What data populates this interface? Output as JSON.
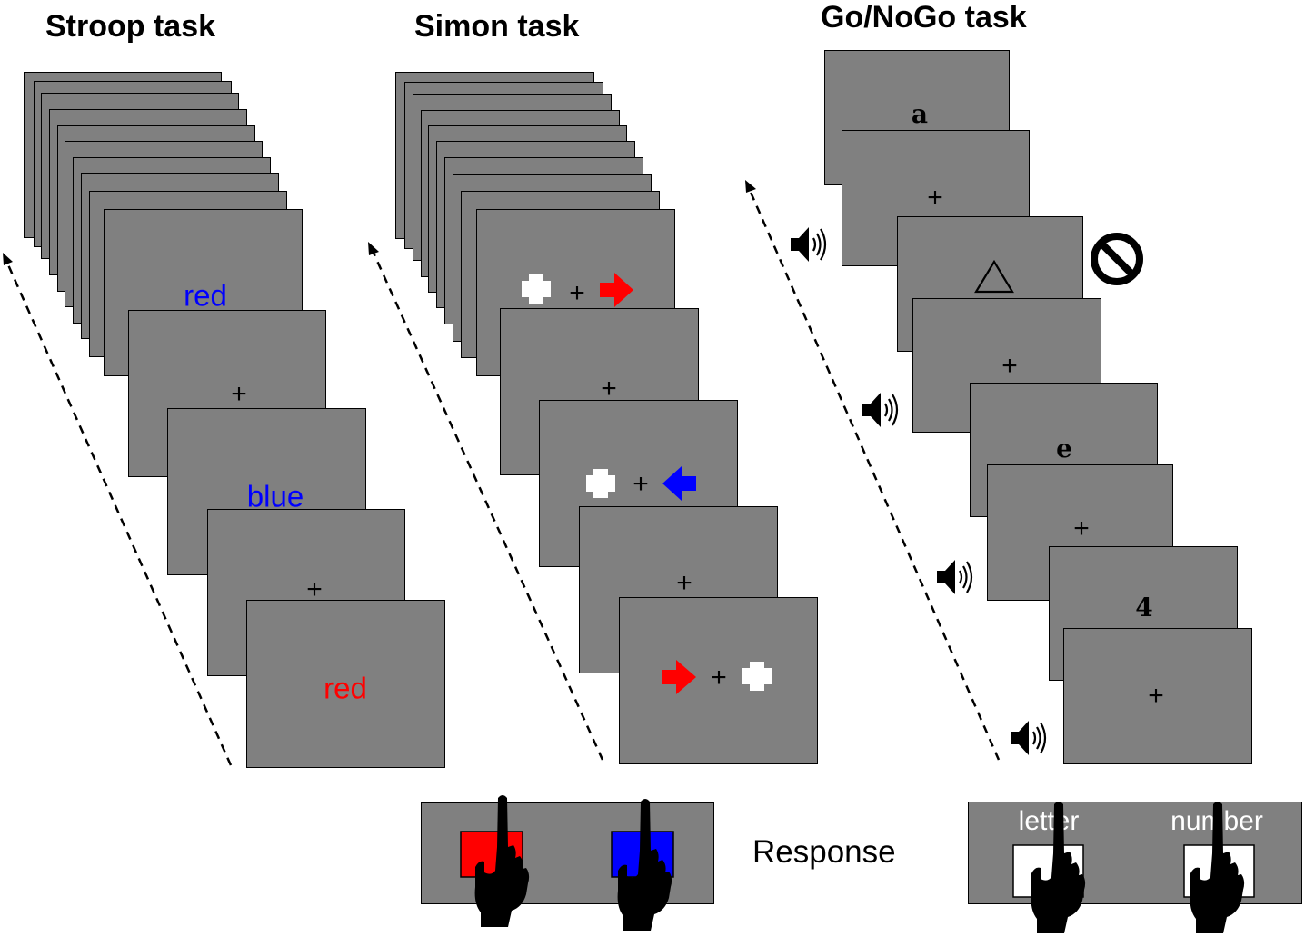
{
  "titles": {
    "stroop": "Stroop task",
    "simon": "Simon task",
    "gonogo": "Go/NoGo task"
  },
  "stroop": {
    "words": [
      {
        "text": "red",
        "color": "#0000ff"
      },
      {
        "text": "blue",
        "color": "#0000ff"
      },
      {
        "text": "red",
        "color": "#ff0000"
      }
    ],
    "fixation": "+"
  },
  "simon": {
    "fixation": "+",
    "arrow_colors": {
      "red": "#ff0000",
      "blue": "#0000ff"
    },
    "square_colors": {
      "red": "#ff0000",
      "blue": "#0000ff"
    }
  },
  "gonogo": {
    "stimuli": [
      "a",
      "e",
      "4"
    ],
    "fixation": "+",
    "nogo_icon": "prohibited-icon",
    "tone_icon": "speaker-icon",
    "keys": {
      "letter": "letter",
      "number": "number"
    }
  },
  "response": {
    "label": "Response"
  }
}
